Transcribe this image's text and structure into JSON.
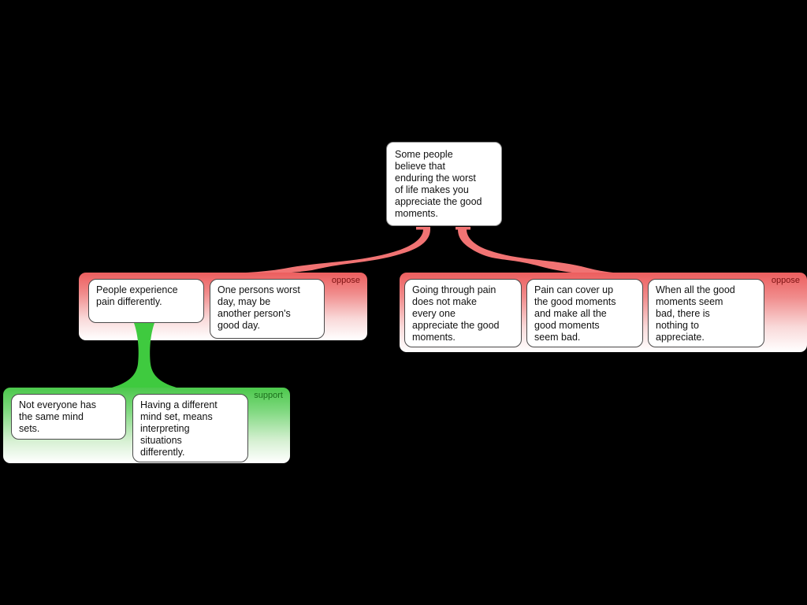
{
  "claim": {
    "text": "Some people\nbelieve that\nenduring the worst\nof life makes you\nappreciate the good\nmoments."
  },
  "groups": [
    {
      "label": "oppose",
      "type": "oppose",
      "boxes": [
        {
          "text": "People experience\npain differently."
        },
        {
          "text": "One persons worst\nday, may be\nanother person's\ngood day."
        }
      ]
    },
    {
      "label": "oppose",
      "type": "oppose",
      "boxes": [
        {
          "text": "Going through pain\ndoes not make\nevery one\nappreciate the good\nmoments."
        },
        {
          "text": "Pain can cover up\nthe good moments\nand make all the\ngood moments\nseem bad."
        },
        {
          "text": "When all the good\nmoments seem\nbad, there is\nnothing to\nappreciate."
        }
      ]
    },
    {
      "label": "support",
      "type": "support",
      "boxes": [
        {
          "text": "Not everyone has\nthe same mind\nsets."
        },
        {
          "text": "Having a different\nmind set, means\ninterpreting\nsituations\ndifferently."
        }
      ]
    }
  ],
  "colors": {
    "background": "#000000",
    "node_fill": "#ffffff",
    "node_border": "#4a4a4a",
    "oppose_fill_top": "#ec5e5e",
    "support_fill_top": "#4cc84c",
    "oppose_label_text": "#7c1313",
    "support_label_text": "#1b6e1b",
    "connector_oppose": "#f17373",
    "connector_support": "#3fca3f"
  }
}
